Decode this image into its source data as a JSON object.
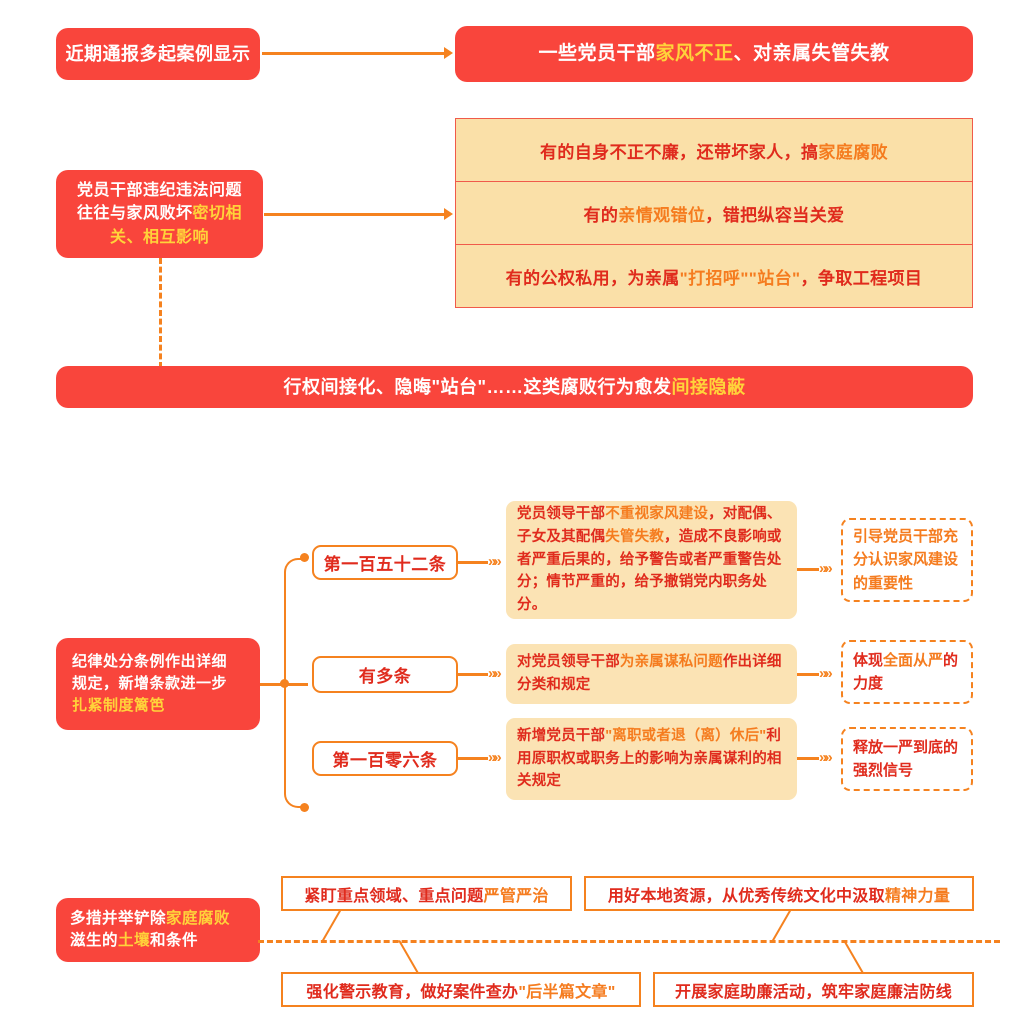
{
  "palette": {
    "red": "#F9453C",
    "yellow_highlight": "#FFD33A",
    "orange": "#F5821F",
    "orange_highlight": "#F57C1F",
    "deep_red_text": "#E02B1D",
    "cream_fill": "#FAE0A8",
    "soft_fill": "#FBE3B4",
    "white": "#FFFFFF"
  },
  "section1": {
    "source_box": {
      "label": "近期通报多起案例显示"
    },
    "headline_box": {
      "prefix": "一些党员干部",
      "highlight": "家风不正",
      "suffix": "、对亲属失管失教"
    },
    "cause_box": {
      "line1": "党员干部违纪违法问题",
      "line2_prefix": "往往与家风败坏",
      "line2_highlight": "密切相",
      "line3_highlight": "关、相互影响"
    },
    "examples": [
      {
        "prefix": "有的自身不正不廉，还带坏家人，搞",
        "highlight": "家庭腐败",
        "suffix": ""
      },
      {
        "prefix": "有的",
        "highlight": "亲情观错位",
        "suffix": "，错把纵容当关爱"
      },
      {
        "prefix": "有的公权私用，为亲属",
        "highlight": "\"打招呼\"\"站台\"",
        "suffix": "，争取工程项目"
      }
    ],
    "conclusion_box": {
      "prefix": "行权间接化、隐晦\"站台\"……这类腐败行为愈发",
      "highlight": "间接隐蔽"
    }
  },
  "section2": {
    "root_box": {
      "line1": "纪律处分条例作出详细",
      "line2": "规定，新增条款进一步",
      "line3_highlight": "扎紧制度篱笆"
    },
    "branches": [
      {
        "pill_label": "第一百五十二条",
        "detail": {
          "p1": "党员领导干部",
          "h1": "不重视家风建设",
          "p2": "，对配偶、子女及其配偶",
          "h2": "失管失教",
          "p3": "，造成不良影响或者严重后果的，给予警告或者严重警告处分；情节严重的，给予撤销党内职务处分。"
        },
        "outcome": {
          "p1": "",
          "h1": "引导党员干部充分认识家风建设的重要性",
          "p2": ""
        }
      },
      {
        "pill_label": "有多条",
        "detail": {
          "p1": "对党员领导干部",
          "h1": "为亲属谋私问题",
          "p2": "作出详细分类和规定",
          "h2": "",
          "p3": ""
        },
        "outcome": {
          "p1": "体现",
          "h1": "全面从严",
          "p2": "的力度"
        }
      },
      {
        "pill_label": "第一百零六条",
        "detail": {
          "p1": "新增党员干部",
          "h1": "\"离职或者退（离）休后\"",
          "p2": "利用原职权或职务上的影响为亲属谋利的相关规定",
          "h2": "",
          "p3": ""
        },
        "outcome": {
          "p1": "释放一严到底的强烈信号",
          "h1": "",
          "p2": ""
        }
      }
    ]
  },
  "section3": {
    "root_box": {
      "line1_prefix": "多措并举铲除",
      "line1_highlight": "家庭腐败",
      "line2_prefix": "滋生的",
      "line2_highlight": "土壤",
      "line2_suffix": "和条件"
    },
    "measures_top": [
      {
        "prefix": "紧盯重点领域、重点问题",
        "highlight": "严管严治",
        "suffix": ""
      },
      {
        "prefix": "用好本地资源，从优秀传统文化中汲取",
        "highlight": "精神力量",
        "suffix": ""
      }
    ],
    "measures_bottom": [
      {
        "prefix": "强化警示教育，做好案件查办",
        "highlight": "\"后半篇文章\"",
        "suffix": ""
      },
      {
        "prefix": "开展家庭助廉活动，筑牢家庭廉洁防线",
        "highlight": "",
        "suffix": ""
      }
    ]
  }
}
